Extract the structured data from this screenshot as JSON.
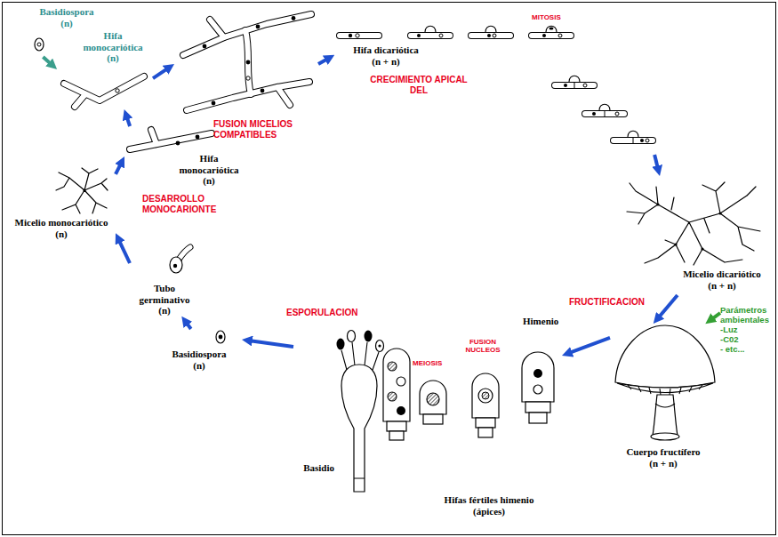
{
  "diagram": {
    "nodes": [
      {
        "text": [
          "Basidiospora",
          "(n)"
        ]
      },
      {
        "text": [
          "Hifa monocariótica",
          "(n)"
        ]
      },
      {
        "text": [
          "FUSION MICELIOS COMPATIBLES"
        ]
      },
      {
        "text": [
          "Hifa monocariótica",
          "(n)"
        ]
      },
      {
        "text": [
          "Hifa dicariótica",
          "(n + n)"
        ]
      },
      {
        "text": [
          "Micelio dicariótico",
          "(n + n)"
        ]
      },
      {
        "text": [
          "Cuerpo fructífero",
          "(n + n)"
        ]
      },
      {
        "text": [
          "Parámetros ambientales",
          "-Luz",
          "-C02",
          "- etc..."
        ]
      },
      {
        "text": [
          "Hifas fértiles himenio (ápices)"
        ]
      },
      {
        "text": [
          "Basidio"
        ]
      },
      {
        "text": [
          "Basidiospora",
          "(n)"
        ]
      },
      {
        "text": [
          "Tubo germinativo",
          "(n)"
        ]
      },
      {
        "text": [
          "Micelio monocariótico",
          "(n)"
        ]
      }
    ],
    "edges": [
      {
        "from": 0,
        "to": 1,
        "arrow": "to"
      },
      {
        "from": 1,
        "to": 2,
        "arrow": "to"
      },
      {
        "from": 3,
        "to": 1,
        "arrow": "to"
      },
      {
        "from": 2,
        "to": 4,
        "arrow": "to"
      },
      {
        "from": 4,
        "to": 5,
        "arrow": "to"
      },
      {
        "from": 5,
        "to": 6,
        "label": "FRUCTIFICACION",
        "arrow": "to"
      },
      {
        "from": 7,
        "to": 6,
        "arrow": "to"
      },
      {
        "from": 6,
        "to": 8,
        "label": "Himenio",
        "arrow": "to"
      },
      {
        "from": 9,
        "to": 10,
        "arrow": "to"
      },
      {
        "from": 10,
        "to": 11,
        "arrow": "to"
      },
      {
        "from": 11,
        "to": 12,
        "arrow": "to"
      },
      {
        "from": 12,
        "to": 3,
        "arrow": "to"
      }
    ],
    "labels": [
      "MITOSIS",
      "CRECIMIENTO APICAL DEL",
      "FUSION NUCLEOS",
      "MEIOSIS",
      "ESPORULACION",
      "DESARROLLO MONOCARIONTE"
    ]
  }
}
